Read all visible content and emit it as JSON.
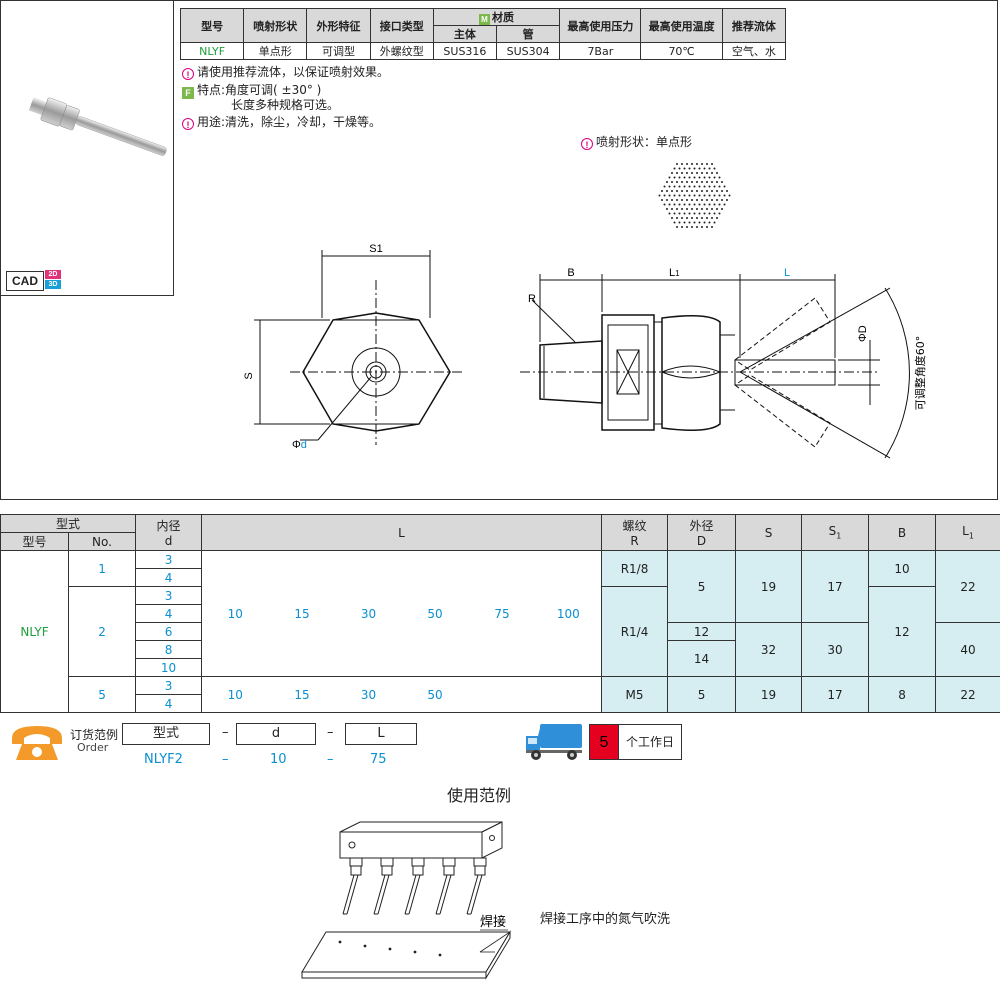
{
  "cad": {
    "label": "CAD",
    "badge_2d": "2D",
    "badge_3d": "3D"
  },
  "spec": {
    "headers": {
      "model": "型号",
      "spray": "喷射形状",
      "shape": "外形特征",
      "port": "接口类型",
      "material_badge": "M",
      "material": "材质",
      "material_main": "主体",
      "material_pipe": "管",
      "pressure": "最高使用压力",
      "temp": "最高使用温度",
      "fluid": "推荐流体"
    },
    "row": {
      "model": "NLYF",
      "spray": "单点形",
      "shape": "可调型",
      "port": "外螺纹型",
      "main": "SUS316",
      "pipe": "SUS304",
      "pressure": "7Bar",
      "temp": "70℃",
      "fluid": "空气、水"
    }
  },
  "notes": {
    "warn_icon": "!",
    "f_icon": "F",
    "note1": "请使用推荐流体，以保证喷射效果。",
    "feature_line1": "特点:角度可调( ±30° )",
    "feature_line2": "长度多种规格可选。",
    "use": "用途:清洗，除尘，冷却，干燥等。",
    "spray_shape": "喷射形状：单点形"
  },
  "drawing": {
    "s1": "S1",
    "s": "S",
    "phid": "Φ",
    "phid_d": "d",
    "b": "B",
    "l1": "L",
    "l1_sub": "1",
    "l": "L",
    "r": "R",
    "phiD": "ΦD",
    "angle": "可调整角度60°"
  },
  "table": {
    "h": {
      "type_group": "型式",
      "model": "型号",
      "no": "No.",
      "inner": "内径",
      "inner_d": "d",
      "L": "L",
      "thread": "螺纹",
      "thread_r": "R",
      "outer": "外径",
      "outer_d": "D",
      "S": "S",
      "S1": "S",
      "S1_sub": "1",
      "B": "B",
      "L1": "L",
      "L1_sub": "1"
    },
    "model": "NLYF",
    "no": [
      "1",
      "2",
      "5"
    ],
    "d": [
      "3",
      "4",
      "3",
      "4",
      "6",
      "8",
      "10",
      "3",
      "4"
    ],
    "L_row1": [
      "10",
      "15",
      "30",
      "50",
      "75",
      "100"
    ],
    "L_row2": [
      "10",
      "15",
      "30",
      "50"
    ],
    "R": [
      "R1/8",
      "R1/4",
      "M5"
    ],
    "D": [
      "5",
      "12",
      "14",
      "5"
    ],
    "S": [
      "19",
      "32",
      "19"
    ],
    "S1": [
      "17",
      "30",
      "17"
    ],
    "B": [
      "10",
      "12",
      "8"
    ],
    "L1": [
      "22",
      "40",
      "22"
    ]
  },
  "order": {
    "label": "订货范例",
    "label_en": "Order",
    "box1": "型式",
    "box2": "d",
    "box3": "L",
    "dash": "–",
    "ex1": "NLYF2",
    "ex2": "10",
    "ex3": "75",
    "days": "5",
    "days_label": "个工作日"
  },
  "usage": {
    "title": "使用范例",
    "weld": "焊接",
    "caption": "焊接工序中的氮气吹洗"
  }
}
